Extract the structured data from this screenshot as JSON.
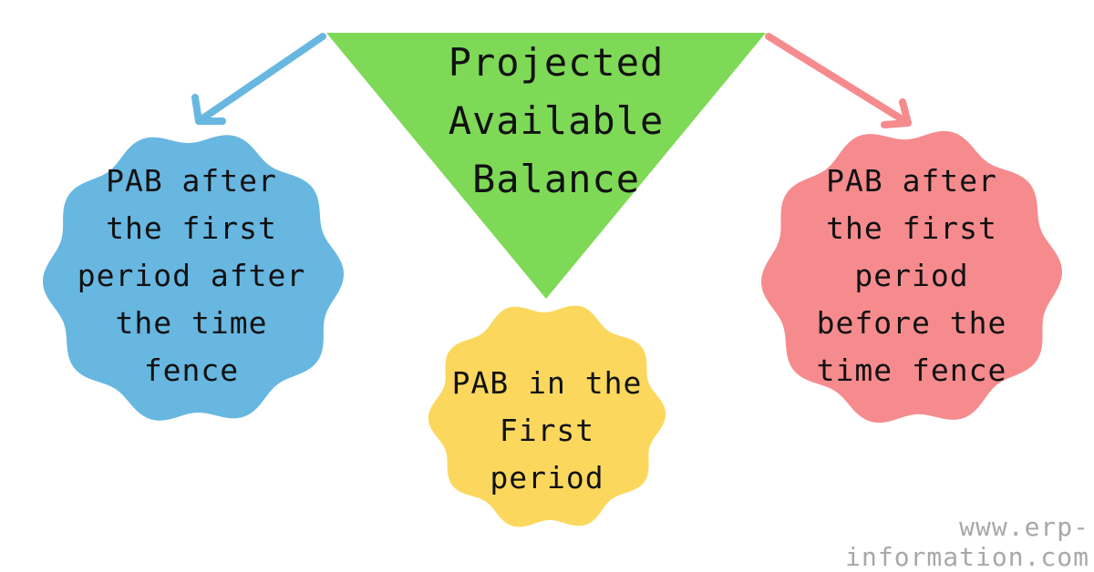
{
  "diagram": {
    "title": "Projected\nAvailable\nBalance",
    "nodes": {
      "left": {
        "text": "PAB after\nthe first\nperiod after\nthe time\nfence",
        "color": "#67b7e1"
      },
      "center": {
        "text": "PAB in the\nFirst\nperiod",
        "color": "#fbd85d"
      },
      "right": {
        "text": "PAB after\nthe first\nperiod\nbefore the\ntime fence",
        "color": "#f68b8e"
      }
    },
    "triangle_color": "#7ed957",
    "arrows": {
      "left_color": "#67b7e1",
      "right_color": "#f68b8e"
    }
  },
  "watermark": "www.erp-information.com"
}
